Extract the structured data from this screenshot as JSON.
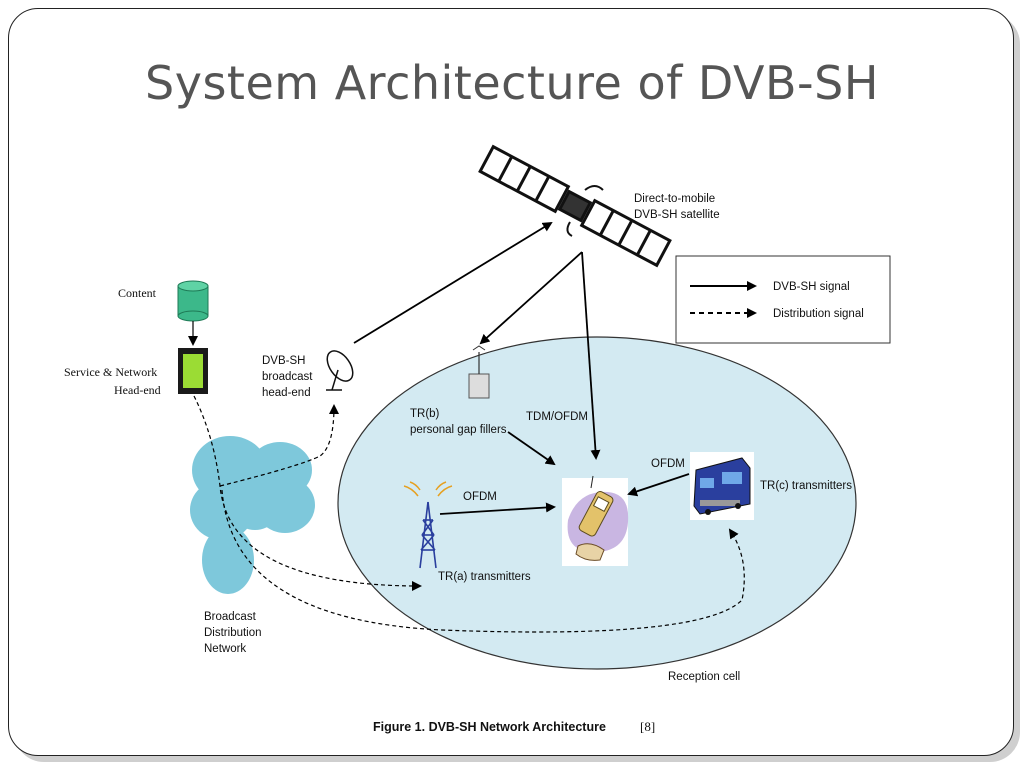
{
  "slide": {
    "title": "System Architecture of DVB-SH"
  },
  "diagram": {
    "satellite_label": [
      "Direct-to-mobile",
      "DVB-SH satellite"
    ],
    "legend": {
      "solid": "DVB-SH signal",
      "dashed": "Distribution signal"
    },
    "content_label": "Content",
    "headend_label": [
      "Service & Network",
      "Head-end"
    ],
    "broadcast_headend_label": [
      "DVB-SH",
      "broadcast",
      "head-end"
    ],
    "tr_b_label": [
      "TR(b)",
      "personal gap fillers"
    ],
    "tdm_ofdm_label": "TDM/OFDM",
    "ofdm_left_label": "OFDM",
    "ofdm_right_label": "OFDM",
    "tr_a_label": "TR(a) transmitters",
    "tr_c_label": "TR(c) transmitters",
    "broadcast_network_label": [
      "Broadcast",
      "Distribution",
      "Network"
    ],
    "reception_cell_label": "Reception cell",
    "caption": "Figure 1. DVB-SH Network Architecture",
    "caption_ref": "[8]",
    "colors": {
      "reception_cell": "#d3eaf2",
      "cloud": "#7ec8db",
      "database": "#3cb88a",
      "headend_box": "#9bdc34",
      "vehicle": "#2a3f9e"
    }
  }
}
